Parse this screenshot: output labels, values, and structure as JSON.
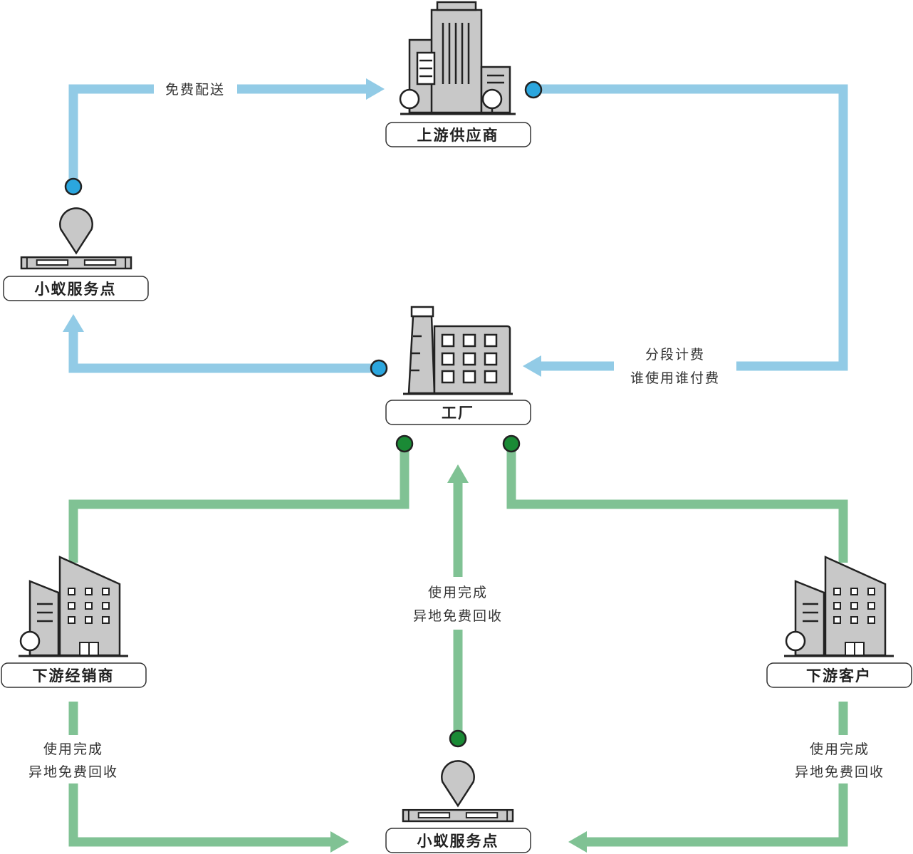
{
  "colors": {
    "blue_flow": "#92cbe6",
    "blue_dot": "#2ba6de",
    "green_flow": "#80c294",
    "green_dot": "#1a8a35",
    "building_fill": "#c8c8c8",
    "outline": "#222222"
  },
  "nodes": {
    "upstream_supplier": {
      "label": "上游供应商",
      "icon": "office-towers-icon"
    },
    "service_point_top": {
      "label": "小蚁服务点",
      "icon": "location-pin-pallet-icon"
    },
    "factory": {
      "label": "工厂",
      "icon": "factory-icon"
    },
    "downstream_dealer": {
      "label": "下游经销商",
      "icon": "office-building-icon"
    },
    "downstream_customer": {
      "label": "下游客户",
      "icon": "office-building-icon"
    },
    "service_point_bottom": {
      "label": "小蚁服务点",
      "icon": "location-pin-pallet-icon"
    }
  },
  "edges": {
    "free_delivery": {
      "label": "免费配送"
    },
    "segment_billing": {
      "line1": "分段计费",
      "line2": "谁使用谁付费"
    },
    "recycle_center": {
      "line1": "使用完成",
      "line2": "异地免费回收"
    },
    "recycle_left": {
      "line1": "使用完成",
      "line2": "异地免费回收"
    },
    "recycle_right": {
      "line1": "使用完成",
      "line2": "异地免费回收"
    }
  }
}
